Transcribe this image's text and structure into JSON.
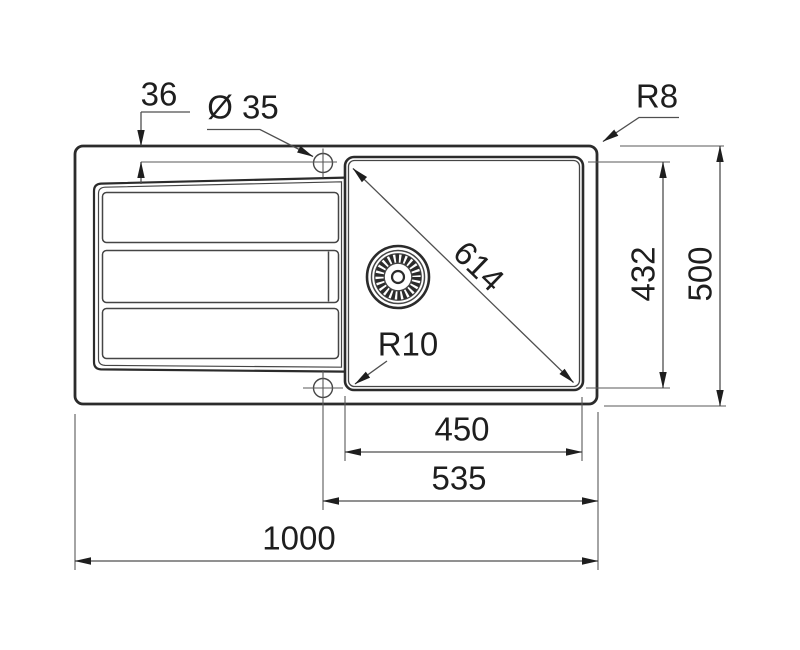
{
  "document": {
    "type": "technical-drawing",
    "subject": "kitchen sink top view with drainboard, bowl, drain strainer and tap holes",
    "background_color": "#ffffff",
    "line_color": "#2b2b2b",
    "text_color": "#1e1e1e"
  },
  "labels": {
    "tap_hole_offset": "36",
    "tap_hole_diameter": "Ø 35",
    "outer_corner_radius": "R8",
    "bowl_corner_radius": "R10",
    "bowl_diagonal": "614",
    "bowl_depth": "432",
    "overall_depth": "500",
    "bowl_width": "450",
    "bowl_edge_distance": "535",
    "overall_width": "1000"
  }
}
